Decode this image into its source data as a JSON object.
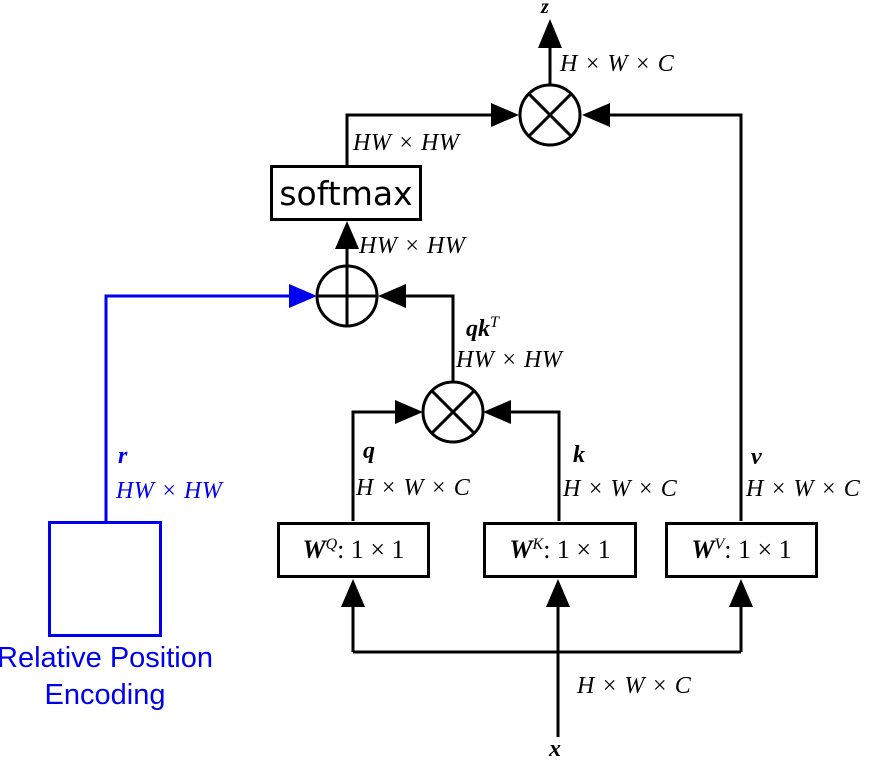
{
  "colors": {
    "accent_blue": "#0000ee",
    "line_black": "#000000",
    "background": "#ffffff"
  },
  "output": {
    "var": "z",
    "dim": "H × W × C"
  },
  "softmax": {
    "label": "softmax",
    "out_dim": "HW × HW",
    "in_dim": "HW × HW"
  },
  "qkt": {
    "base": "qk",
    "sup": "T",
    "dim": "HW × HW"
  },
  "branches": {
    "q": {
      "var": "q",
      "dim": "H × W × C",
      "weight": {
        "base": "W",
        "sup": "Q",
        "rest": ": 1 × 1"
      }
    },
    "k": {
      "var": "k",
      "dim": "H × W × C",
      "weight": {
        "base": "W",
        "sup": "K",
        "rest": ": 1 × 1"
      }
    },
    "v": {
      "var": "v",
      "dim": "H × W × C",
      "weight": {
        "base": "W",
        "sup": "V",
        "rest": ": 1 × 1"
      }
    }
  },
  "input": {
    "var": "x",
    "dim": "H × W × C"
  },
  "rpe": {
    "title_line1": "Relative Position",
    "title_line2": "Encoding",
    "var": "r",
    "dim": "HW × HW"
  }
}
